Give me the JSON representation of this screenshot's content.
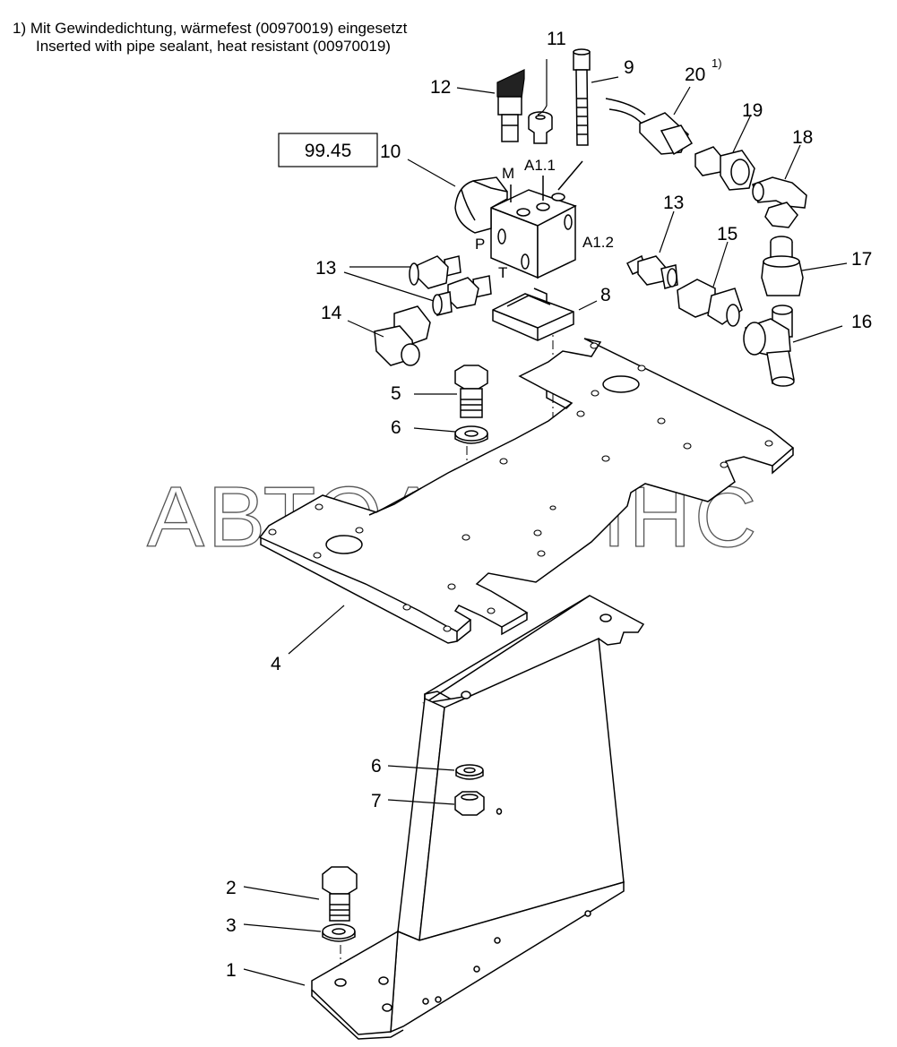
{
  "note": {
    "line1": "1) Mit Gewindedichtung, wärmefest (00970019) eingesetzt",
    "line2": "Inserted with pipe sealant, heat resistant (00970019)"
  },
  "ref_box": "99.45",
  "watermark": "АВТОАЛЬЯНС",
  "ports": {
    "m": "M",
    "a11": "A1.1",
    "p": "P",
    "t": "T",
    "a12": "A1.2"
  },
  "callouts": {
    "c1": "1",
    "c2": "2",
    "c3": "3",
    "c4": "4",
    "c5": "5",
    "c6a": "6",
    "c6b": "6",
    "c7": "7",
    "c8": "8",
    "c9": "9",
    "c10": "10",
    "c11": "11",
    "c12": "12",
    "c13a": "13",
    "c13b": "13",
    "c14": "14",
    "c15": "15",
    "c16": "16",
    "c17": "17",
    "c18": "18",
    "c19": "19",
    "c20": "20",
    "c20_sup": "1)"
  }
}
